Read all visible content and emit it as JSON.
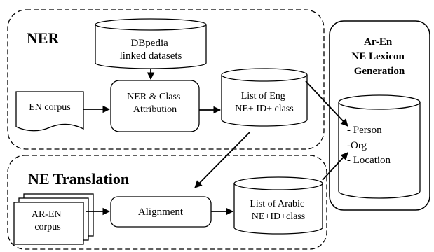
{
  "groups": {
    "ner": {
      "title": "NER"
    },
    "ne_translation": {
      "title": "NE Translation"
    },
    "lexicon": {
      "title_lines": [
        "Ar-En",
        "NE Lexicon",
        "Generation"
      ]
    }
  },
  "nodes": {
    "dbpedia": {
      "lines": [
        "DBpedia",
        "linked datasets"
      ]
    },
    "en_corpus": {
      "label": "EN corpus"
    },
    "ner_class": {
      "lines": [
        "NER & Class",
        "Attribution"
      ]
    },
    "eng_list": {
      "lines": [
        "List of Eng",
        "NE+ ID+ class"
      ]
    },
    "lexicon_store": {
      "lines": [
        "- Person",
        "-Org",
        "- Location"
      ]
    },
    "ar_en_corpus": {
      "lines": [
        "AR-EN",
        "corpus"
      ]
    },
    "alignment": {
      "label": "Alignment"
    },
    "arabic_list": {
      "lines": [
        "List of Arabic",
        "NE+ID+class"
      ]
    }
  }
}
